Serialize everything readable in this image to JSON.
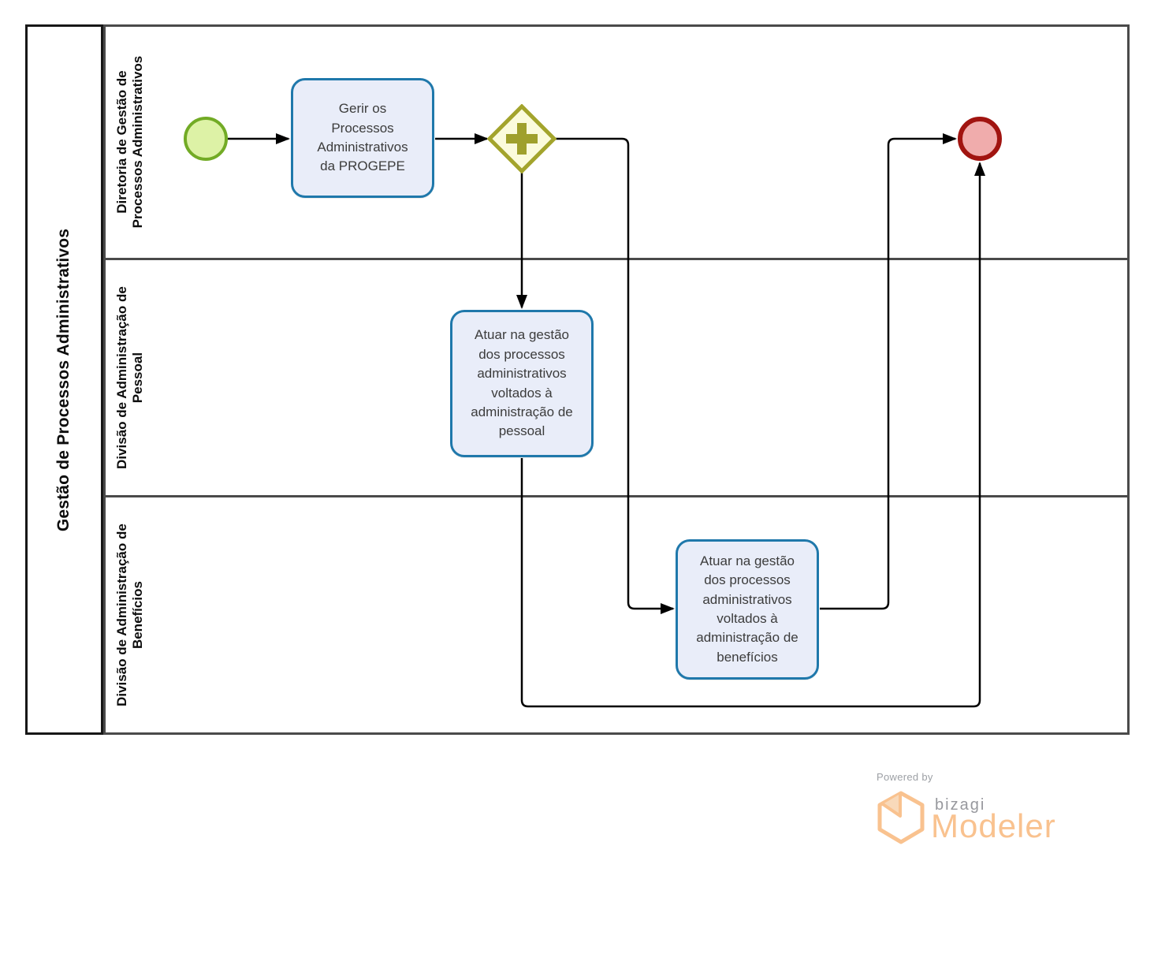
{
  "pool": {
    "title": "Gestão de Processos Administrativos",
    "lanes": [
      {
        "label": "Diretoria de Gestão de Processos Administrativos"
      },
      {
        "label": "Divisão de Administração de Pessoal"
      },
      {
        "label": "Divisão de Administração de Benefícios"
      }
    ]
  },
  "nodes": {
    "start_event": {
      "type": "start-event"
    },
    "task_gerir": {
      "label": "Gerir os Processos Administrativos da PROGEPE"
    },
    "parallel_gateway": {
      "type": "parallel-gateway",
      "symbol": "+"
    },
    "task_pessoal": {
      "label": "Atuar na gestão dos processos administrativos voltados à administração de pessoal"
    },
    "task_beneficios": {
      "label": "Atuar na gestão dos processos administrativos voltados à administração de benefícios"
    },
    "end_event": {
      "type": "end-event"
    }
  },
  "colors": {
    "task_fill": "#e9edf9",
    "task_border": "#1f78ab",
    "start_fill": "#ddf2a6",
    "start_border": "#72ab25",
    "end_fill": "#f0acac",
    "end_border": "#a11410",
    "gateway_fill": "#fbfbdc",
    "gateway_border": "#a3a42c",
    "lane_border": "#4a4a4a",
    "pool_border": "#171717",
    "flow_line": "#000000",
    "logo_peach": "#f9c28f",
    "logo_gray": "#97989d"
  },
  "footer": {
    "powered_by": "Powered by",
    "brand": "bizagi",
    "product": "Modeler"
  }
}
